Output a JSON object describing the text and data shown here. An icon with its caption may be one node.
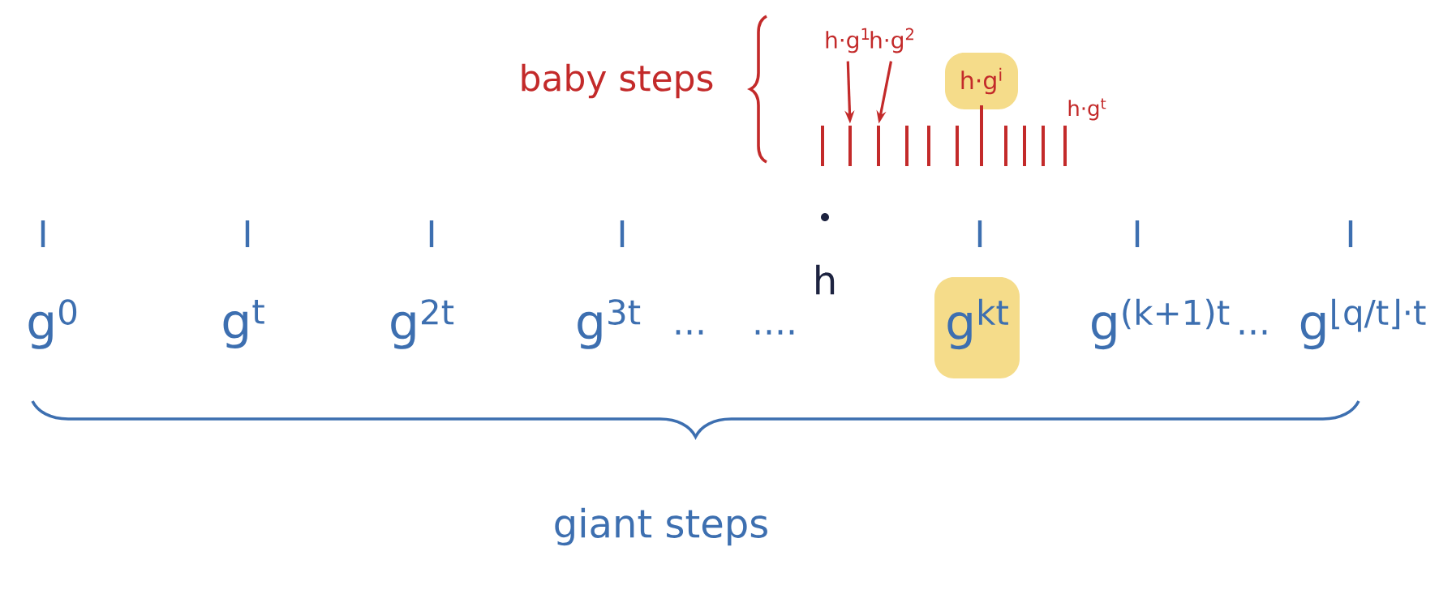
{
  "diagram": {
    "nodes": [
      {
        "text": [
          "h·g$^{1}$"
        ]
      },
      {
        "text": [
          "h·g$^{2}$"
        ]
      },
      {
        "text": [],
        "shape": "bar"
      },
      {
        "text": [],
        "shape": "bar"
      }
    ],
    "edges": [
      {
        "from": 0,
        "to": 2,
        "arrow": "to"
      },
      {
        "from": 1,
        "to": 3,
        "arrow": "to"
      }
    ],
    "labels": [
      "baby steps",
      "h·g$^{i}$",
      "h·g$^{t}$",
      "h",
      "g$^{0}$",
      "g$^{t}$",
      "g$^{2t}$",
      "g$^{3t}$",
      "...",
      "....",
      "g$^{kt}$",
      "g$^{(k+1)t}$",
      "...",
      "g$^{⌊q/t⌋·t}$",
      "giant steps"
    ]
  }
}
